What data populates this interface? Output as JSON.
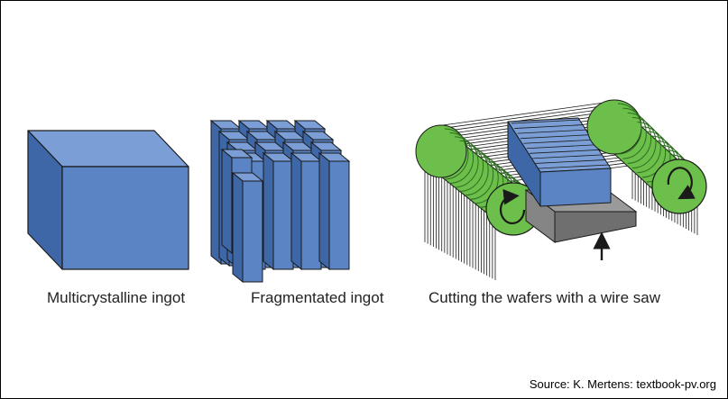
{
  "captions": {
    "multicrystalline": "Multicrystalline ingot",
    "fragmentated": "Fragmentated ingot",
    "cutting": "Cutting the wafers with a wire saw"
  },
  "source": "Source: K. Mertens: textbook-pv.org",
  "colors": {
    "blue_front": "#5b84c4",
    "blue_top": "#7b9ed6",
    "blue_side": "#3e67a8",
    "green": "#6cbf4a",
    "green_dark": "#3f8a2a",
    "gray": "#7d7d7d",
    "outline": "#1a1a1a"
  }
}
